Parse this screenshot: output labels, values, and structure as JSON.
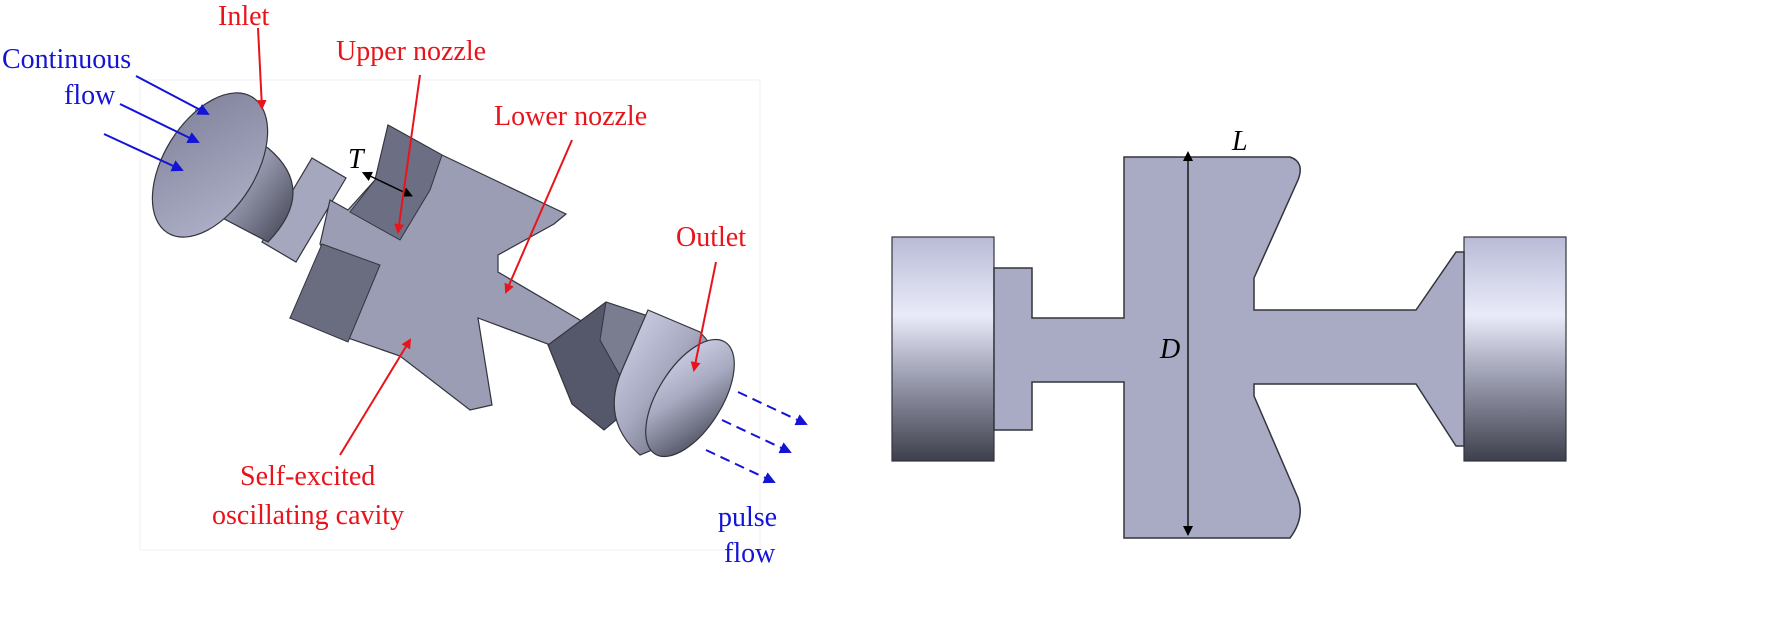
{
  "labels": {
    "inlet": "Inlet",
    "upper_nozzle": "Upper nozzle",
    "lower_nozzle": "Lower nozzle",
    "outlet": "Outlet",
    "continuous_flow_line1": "Continuous",
    "continuous_flow_line2": "flow",
    "cavity_line1": "Self-excited",
    "cavity_line2": "oscillating cavity",
    "pulse_flow_line1": "pulse",
    "pulse_flow_line2": "flow",
    "dim_T": "T",
    "dim_L": "L",
    "dim_D": "D"
  },
  "colors": {
    "annotation_red": "#e8141b",
    "flow_blue": "#1414d6",
    "body_gray": "#a9abc4",
    "dark_face": "#6a6d80"
  }
}
